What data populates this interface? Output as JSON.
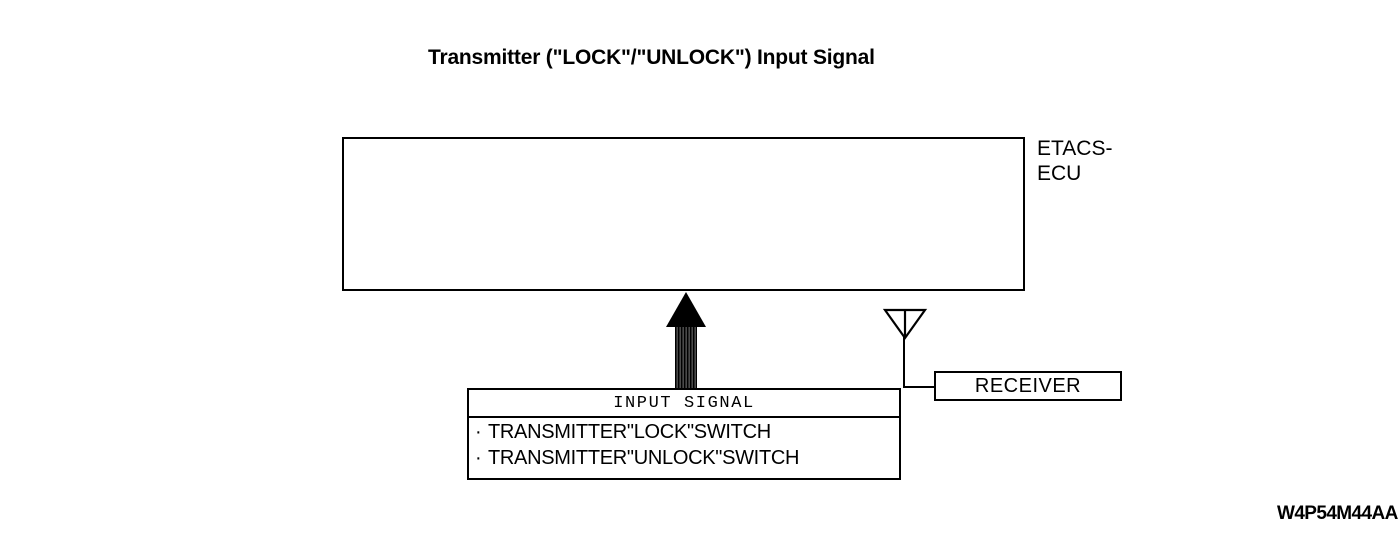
{
  "diagram": {
    "title": "Transmitter (\"LOCK\"/\"UNLOCK\") Input Signal",
    "footer_code": "W4P54M44AA",
    "ecu": {
      "label_line1": "ETACS-",
      "label_line2": "ECU",
      "receiver_label": "RECEIVER",
      "antenna_icon": "antenna-icon"
    },
    "input_signal": {
      "header": "INPUT SIGNAL",
      "bullet": "·",
      "items": [
        "TRANSMITTER\"LOCK\"SWITCH",
        "TRANSMITTER\"UNLOCK\"SWITCH"
      ]
    },
    "colors": {
      "stroke": "#000000",
      "background": "#ffffff",
      "arrow_fill": "#000000",
      "arrow_hatch": "#555555"
    }
  }
}
